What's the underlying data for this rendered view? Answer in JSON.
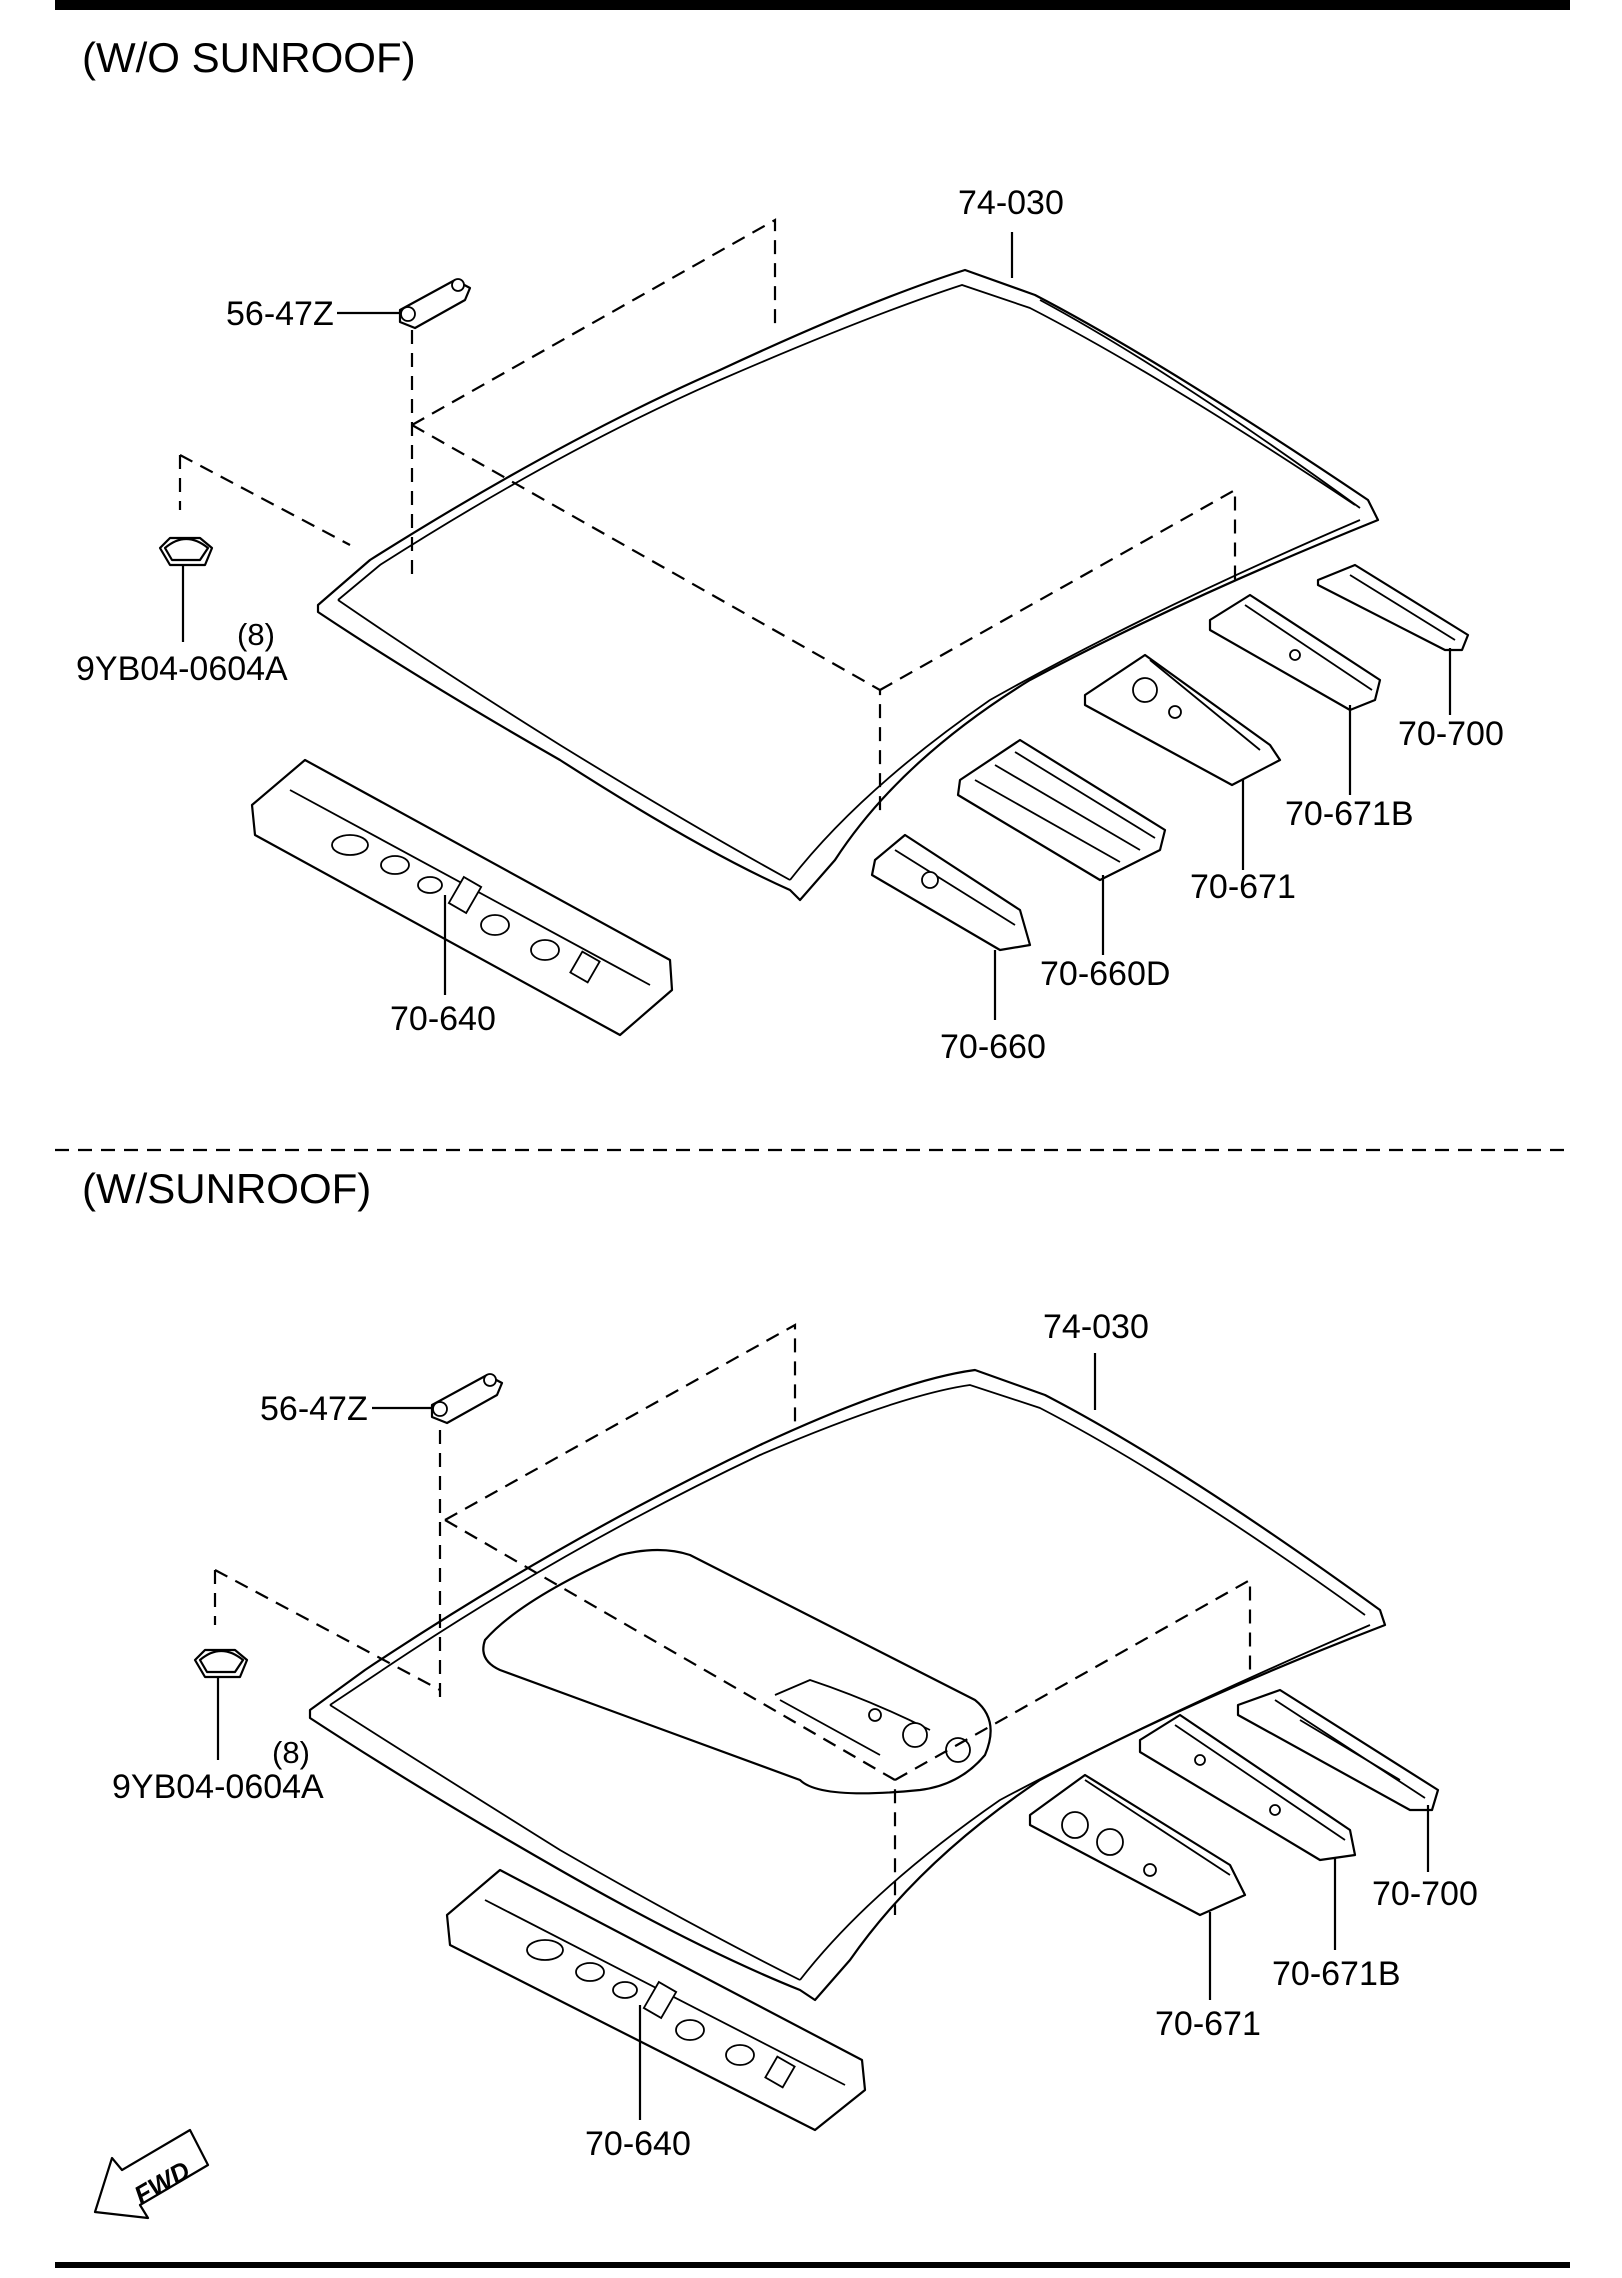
{
  "sections": [
    {
      "title": "(W/O SUNROOF)",
      "labels": {
        "roof": "74-030",
        "bracket": "56-47Z",
        "clip": "9YB04-0604A",
        "clip_qty": "(8)",
        "front_rail": "70-640",
        "rail_a": "70-660",
        "rail_b": "70-660D",
        "rail_c": "70-671",
        "rail_d": "70-671B",
        "rear_rail": "70-700"
      }
    },
    {
      "title": "(W/SUNROOF)",
      "labels": {
        "roof": "74-030",
        "bracket": "56-47Z",
        "clip": "9YB04-0604A",
        "clip_qty": "(8)",
        "front_rail": "70-640",
        "rail_c": "70-671",
        "rail_d": "70-671B",
        "rear_rail": "70-700"
      }
    }
  ],
  "fwd_badge": "FWD",
  "icons": [
    "fwd-arrow-icon"
  ]
}
